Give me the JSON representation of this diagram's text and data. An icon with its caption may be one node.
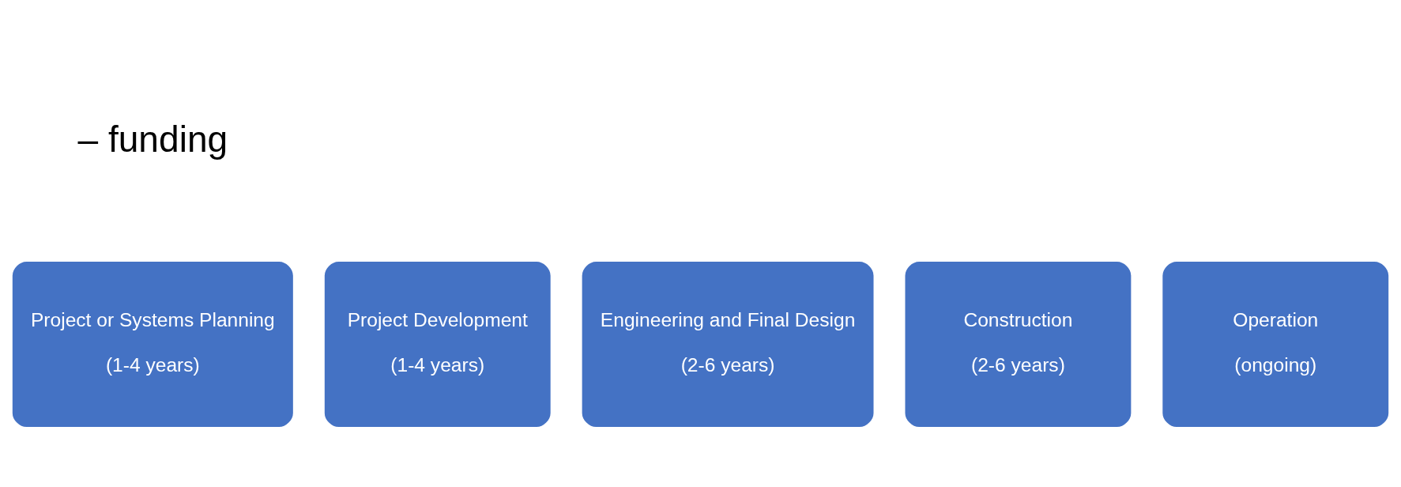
{
  "diagram": {
    "nodes": [
      {
        "text": [
          "Project or Systems Planning",
          "(1-4 years)"
        ]
      },
      {
        "text": [
          "Project Development",
          "(1-4 years)"
        ]
      },
      {
        "text": [
          "Engineering and Final Design",
          "(2-6 years)"
        ]
      },
      {
        "text": [
          "Construction",
          "(2-6 years)"
        ]
      },
      {
        "text": [
          "Operation",
          "(ongoing)"
        ]
      }
    ],
    "edges": [],
    "labels": [
      "– funding"
    ]
  }
}
